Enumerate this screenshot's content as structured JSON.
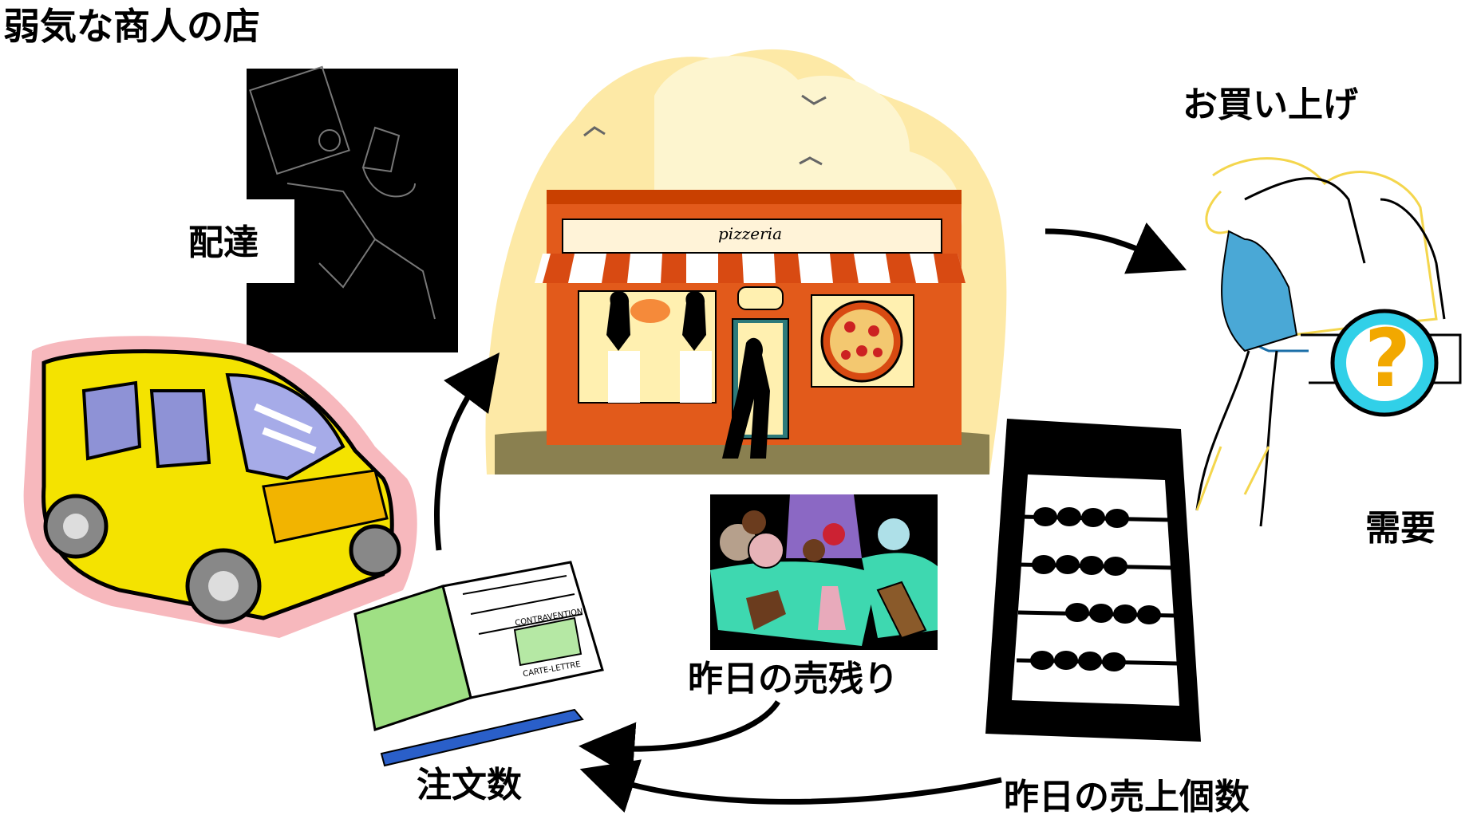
{
  "title": "弱気な商人の店",
  "labels": {
    "delivery": "配達",
    "purchase": "お買い上げ",
    "demand": "需要",
    "pizzeria_sign": "pizzeria",
    "leftover": "昨日の売残り",
    "order_count": "注文数",
    "yesterday_sales": "昨日の売上個数",
    "form_text_1": "CONTRAVENTION",
    "form_text_2": "CARTE-LETTRE"
  },
  "icons": {
    "delivery_person": "delivery-person-icon",
    "van": "delivery-van-icon",
    "store": "pizzeria-storefront-icon",
    "shopper": "shopper-at-register-icon",
    "question": "question-mark-icon",
    "abacus": "abacus-icon",
    "pastries": "pastries-icon",
    "order_book": "order-book-icon"
  }
}
